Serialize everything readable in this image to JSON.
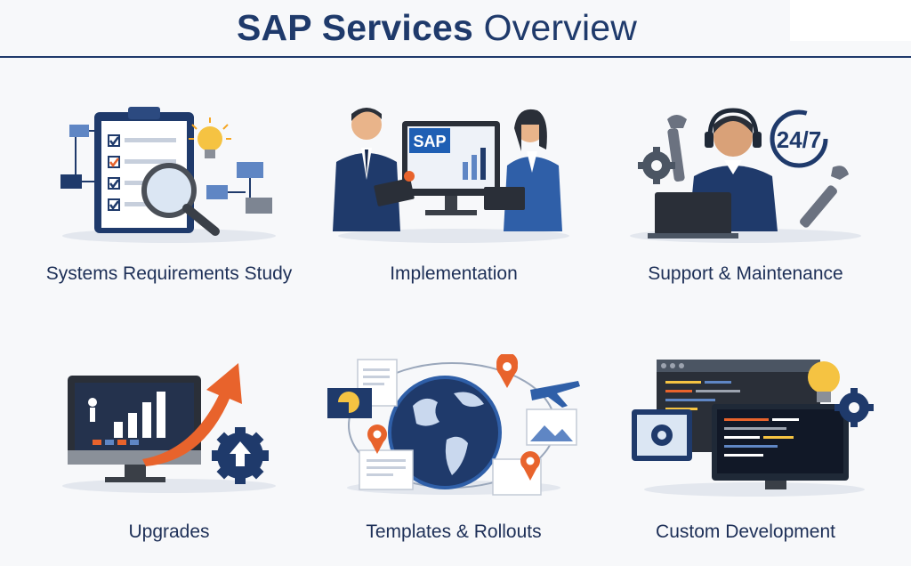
{
  "header": {
    "title_bold": "SAP Services",
    "title_light": "Overview"
  },
  "colors": {
    "navy": "#1f3a6b",
    "accent_orange": "#e8632c",
    "light_blue": "#5f86c4",
    "background": "#f7f8fa"
  },
  "services": [
    {
      "label": "Systems Requirements Study",
      "icon": "requirements-checklist-icon"
    },
    {
      "label": "Implementation",
      "icon": "sap-implementation-icon",
      "screen_text": "SAP"
    },
    {
      "label": "Support & Maintenance",
      "icon": "support-agent-icon",
      "badge_text": "24/7"
    },
    {
      "label": "Upgrades",
      "icon": "upgrade-chart-icon"
    },
    {
      "label": "Templates & Rollouts",
      "icon": "global-rollout-icon"
    },
    {
      "label": "Custom Development",
      "icon": "custom-development-icon"
    }
  ]
}
